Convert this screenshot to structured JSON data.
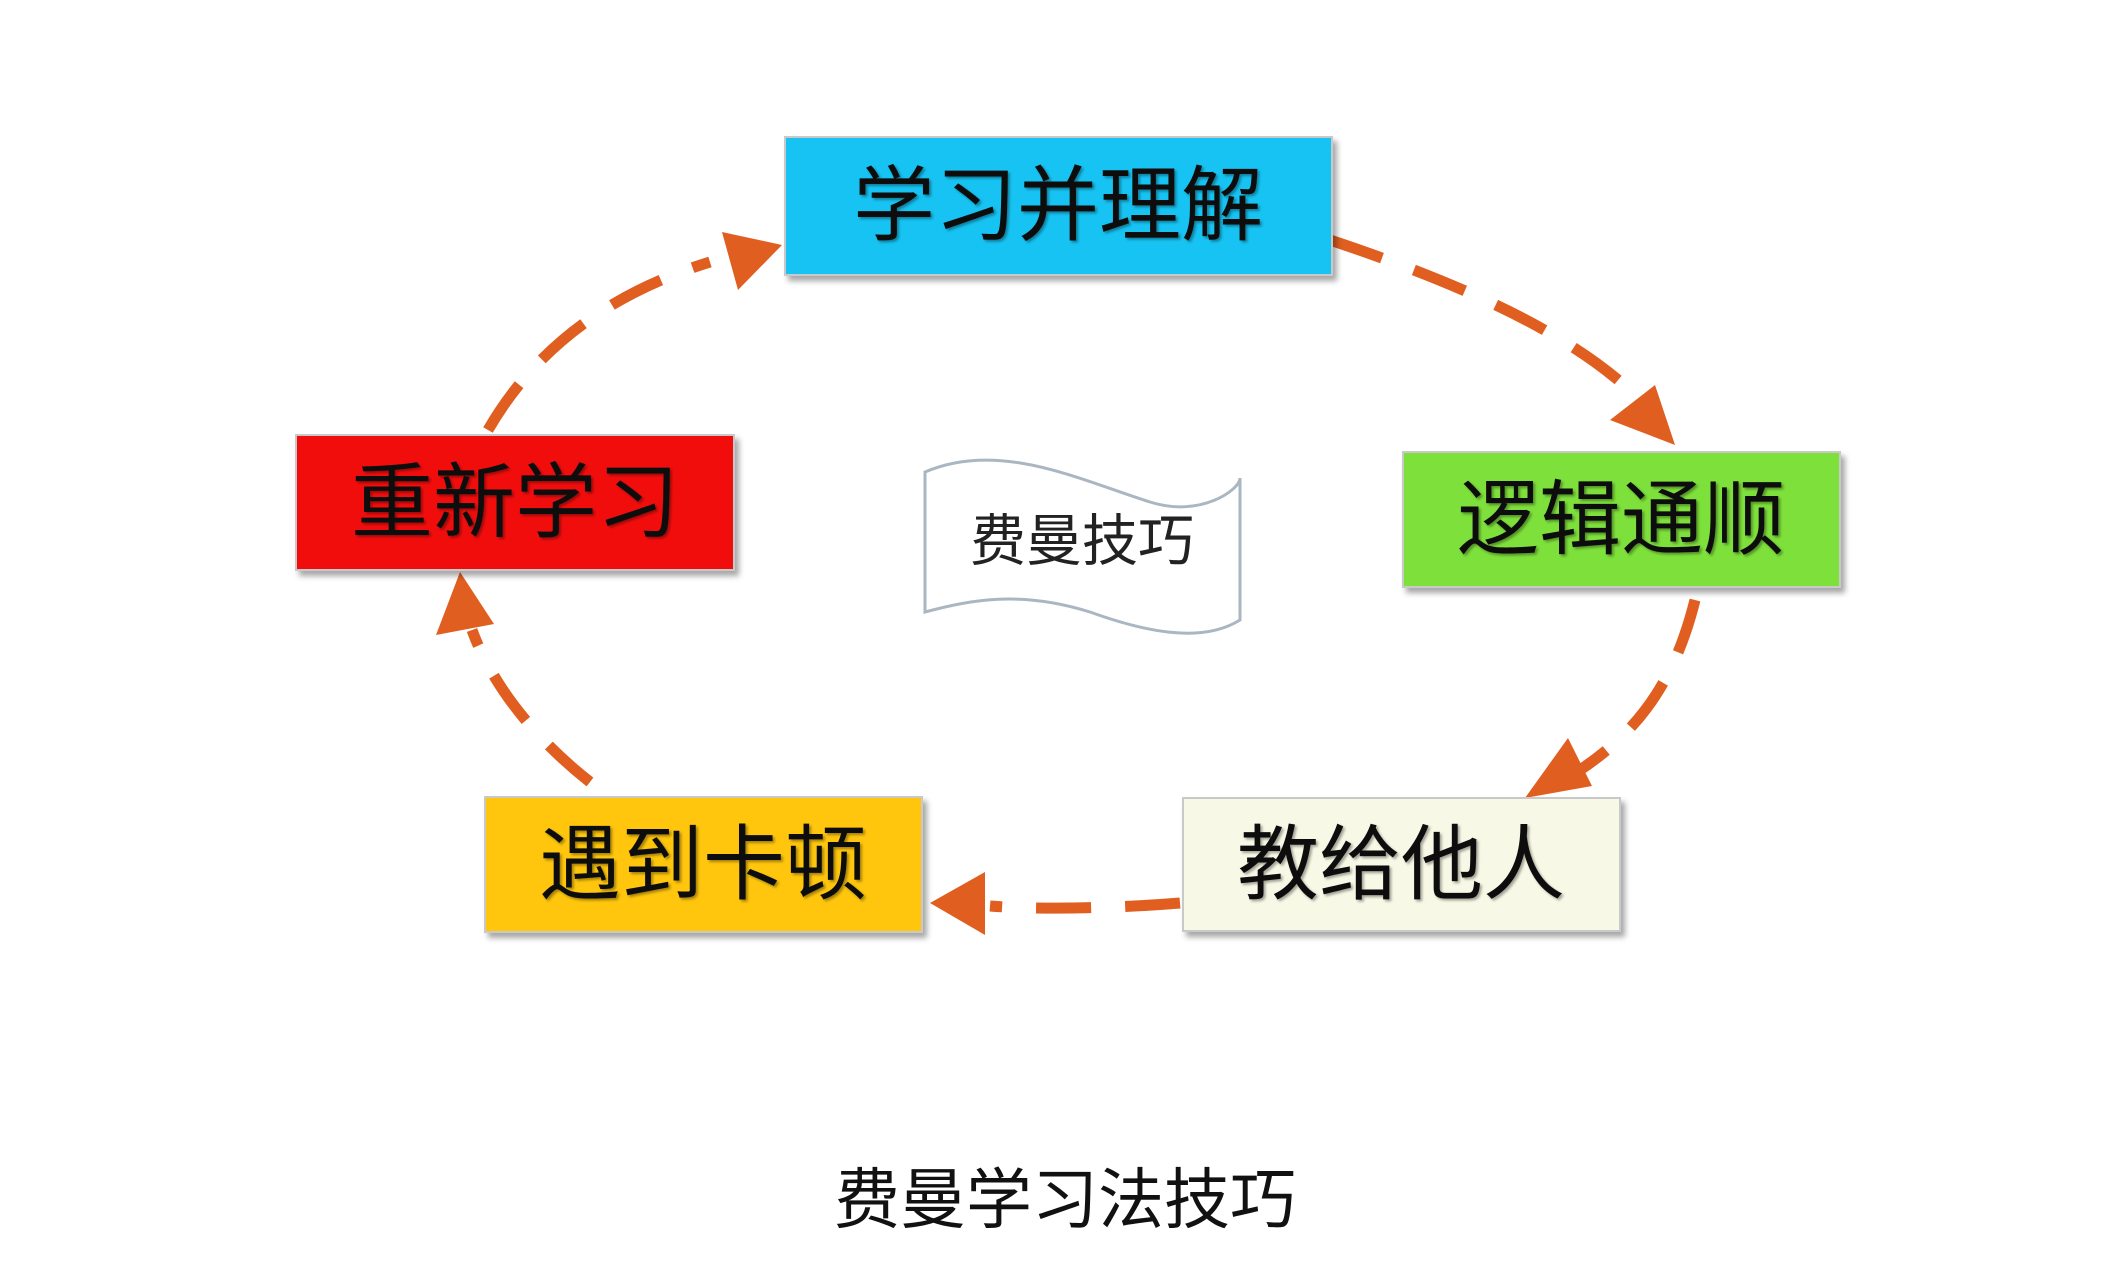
{
  "colors": {
    "arrow": "#e05f20",
    "text": "#111111",
    "ribbon_stroke": "#aab7c2"
  },
  "center_label": "费曼技巧",
  "caption": "费曼学习法技巧",
  "steps": [
    {
      "id": "learn-understand",
      "label": "学习并理解",
      "color": "#15c3f2"
    },
    {
      "id": "logical-coherence",
      "label": "逻辑通顺",
      "color": "#7ee03a"
    },
    {
      "id": "teach-others",
      "label": "教给他人",
      "color": "#f8f8e6"
    },
    {
      "id": "get-stuck",
      "label": "遇到卡顿",
      "color": "#ffc60a"
    },
    {
      "id": "relearn",
      "label": "重新学习",
      "color": "#f21111"
    }
  ]
}
